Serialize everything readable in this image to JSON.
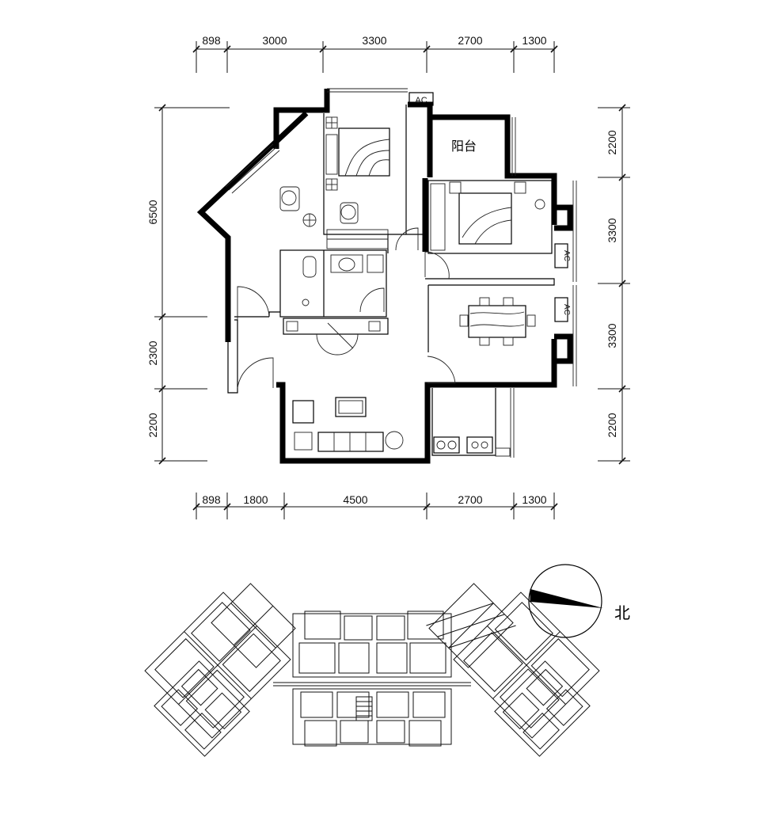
{
  "plan": {
    "top_dims": [
      "898",
      "3000",
      "3300",
      "2700",
      "1300"
    ],
    "bottom_dims": [
      "898",
      "1800",
      "4500",
      "2700",
      "1300"
    ],
    "left_dims": [
      "6500",
      "2300",
      "2200"
    ],
    "right_dims": [
      "2200",
      "3300",
      "3300",
      "2200"
    ],
    "balcony_label": "阳台",
    "ac_labels": [
      "AC",
      "AC",
      "AC"
    ]
  },
  "compass": {
    "north_label": "北"
  },
  "colors": {
    "ink": "#000000",
    "paper": "#ffffff",
    "watermark": "#e8e8e8"
  }
}
